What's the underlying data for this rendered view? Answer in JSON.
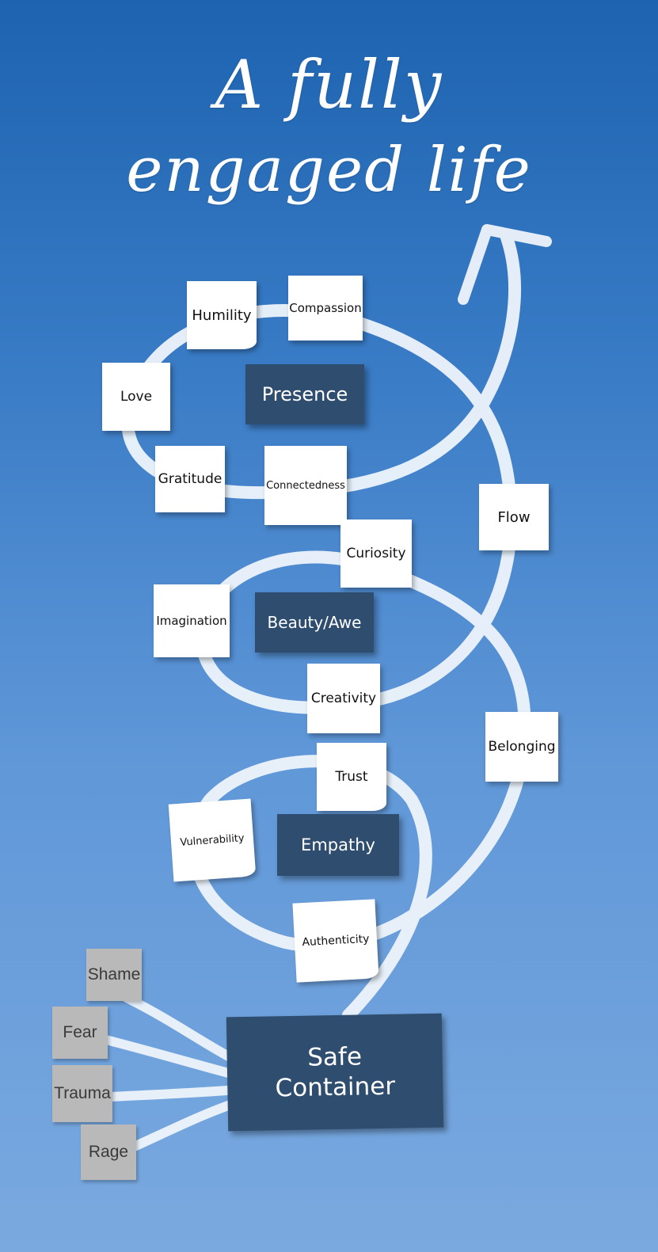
{
  "title": {
    "line1": "A fully",
    "line2": "engaged life"
  },
  "colors": {
    "background_top": "#1d63b0",
    "background_bottom": "#7aa9df",
    "note": "#ffffff",
    "dark_box": "#2f4d6e",
    "grey_box": "#b9b9b9",
    "path": "#eef4fb"
  },
  "notes": {
    "humility": "Humility",
    "compassion": "Compassion",
    "love": "Love",
    "gratitude": "Gratitude",
    "connectedness": "Connectedness",
    "flow": "Flow",
    "curiosity": "Curiosity",
    "imagination": "Imagination",
    "creativity": "Creativity",
    "belonging": "Belonging",
    "trust": "Trust",
    "vulnerability": "Vulnerability",
    "authenticity": "Authenticity"
  },
  "centers": {
    "presence": "Presence",
    "beauty_awe": "Beauty/Awe",
    "empathy": "Empathy"
  },
  "safe_container": {
    "line1": "Safe",
    "line2": "Container"
  },
  "negatives": {
    "shame": "Shame",
    "fear": "Fear",
    "trauma": "Trauma",
    "rage": "Rage"
  }
}
